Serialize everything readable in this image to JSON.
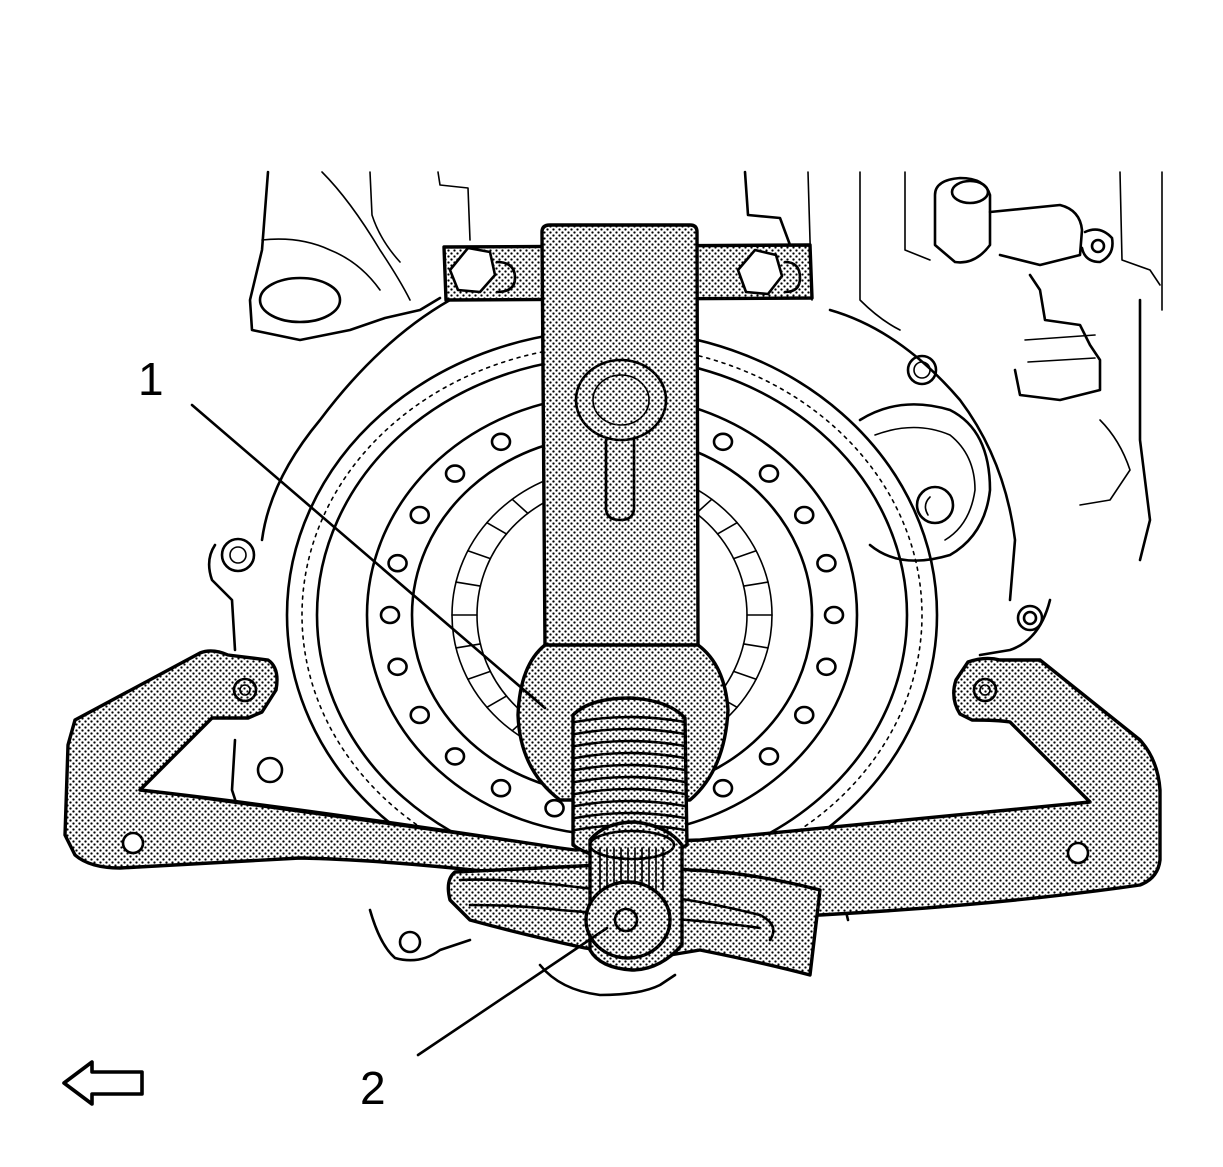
{
  "callouts": [
    {
      "id": "1",
      "label": "1"
    },
    {
      "id": "2",
      "label": "2"
    }
  ],
  "orientation_arrow": {
    "icon": "arrow-left-outline-icon",
    "direction": "left"
  },
  "colors": {
    "line": "#000000",
    "background": "#ffffff",
    "dot_fill": "#000000"
  }
}
